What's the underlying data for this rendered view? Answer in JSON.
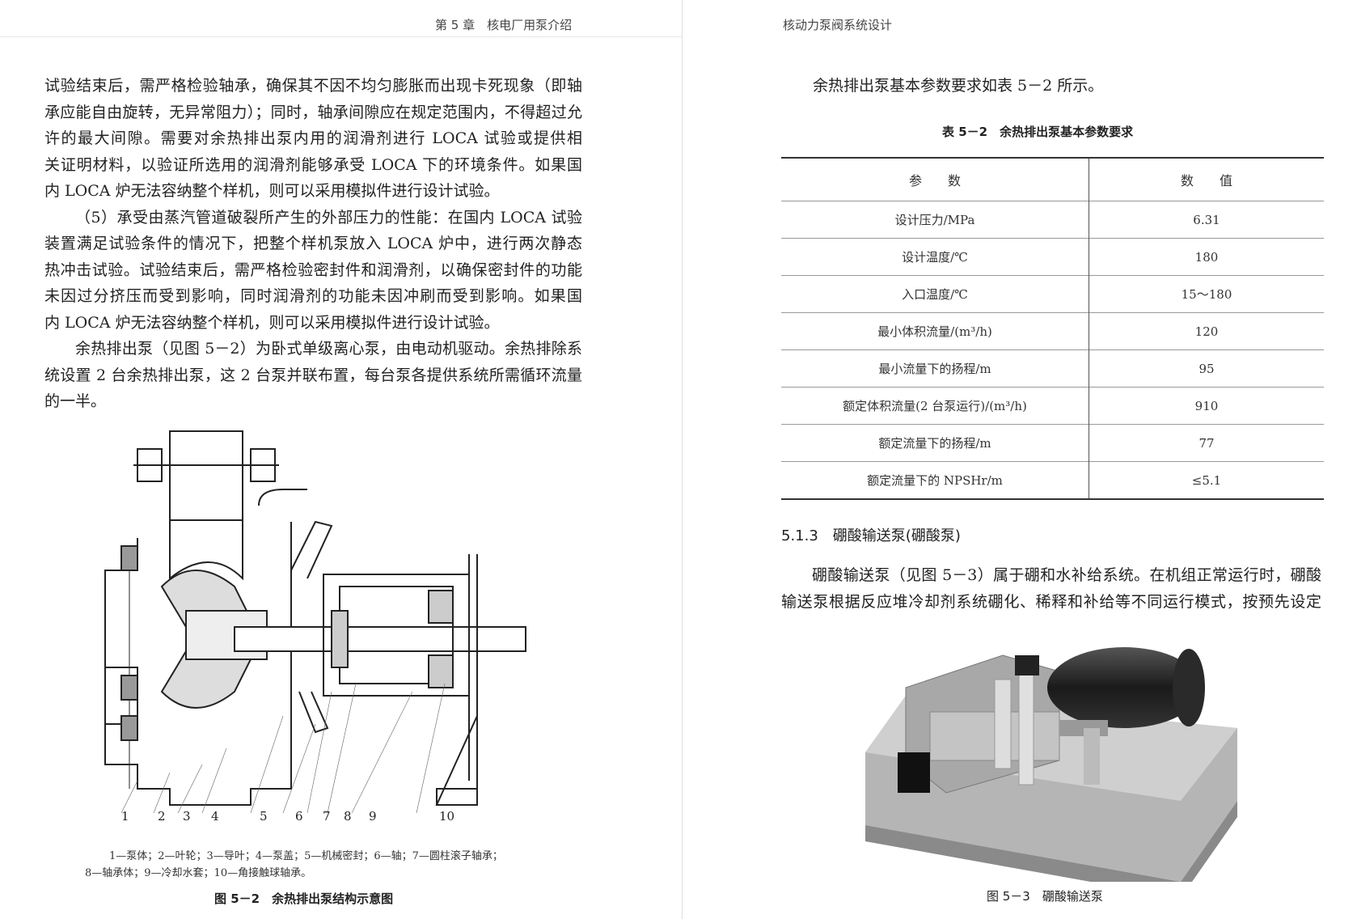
{
  "left_page": {
    "header": "第 5 章　核电厂用泵介绍",
    "paragraph1": [
      "试验结束后，需严格检验轴承，确保其不因不均匀膨胀而出现卡死现象（即轴",
      "承应能自由旋转，无异常阻力）；同时，轴承间隙应在规定范围内，不得超过允",
      "许的最大间隙。需要对余热排出泵内用的润滑剂进行 LOCA 试验或提供相",
      "关证明材料，以验证所选用的润滑剂能够承受 LOCA 下的环境条件。如果国",
      "内 LOCA 炉无法容纳整个样机，则可以采用模拟件进行设计试验。"
    ],
    "paragraph2": [
      "（5）承受由蒸汽管道破裂所产生的外部压力的性能：在国内 LOCA 试验",
      "装置满足试验条件的情况下，把整个样机泵放入 LOCA 炉中，进行两次静态",
      "热冲击试验。试验结束后，需严格检验密封件和润滑剂，以确保密封件的功能",
      "未因过分挤压而受到影响，同时润滑剂的功能未因冲刷而受到影响。如果国",
      "内 LOCA 炉无法容纳整个样机，则可以采用模拟件进行设计试验。"
    ],
    "paragraph3": [
      "余热排出泵（见图 5－2）为卧式单级离心泵，由电动机驱动。余热排除系",
      "统设置 2 台余热排出泵，这 2 台泵并联布置，每台泵各提供系统所需循环流量",
      "的一半。"
    ],
    "figure": {
      "part_numbers": [
        "1",
        "2",
        "3",
        "4",
        "5",
        "6",
        "7",
        "8",
        "9",
        "10"
      ],
      "legend": [
        "1—泵体；2—叶轮；3—导叶；4—泵盖；5—机械密封；6—轴；7—圆柱滚子轴承；",
        "8—轴承体；9—冷却水套；10—角接触球轴承。"
      ],
      "caption": "图 5－2　余热排出泵结构示意图"
    }
  },
  "right_page": {
    "header": "核动力泵阀系统设计",
    "intro": "余热排出泵基本参数要求如表 5－2 所示。",
    "table": {
      "caption": "表 5－2　余热排出泵基本参数要求",
      "headers": [
        "参　　数",
        "数　　值"
      ],
      "rows": [
        [
          "设计压力/MPa",
          "6.31"
        ],
        [
          "设计温度/℃",
          "180"
        ],
        [
          "入口温度/℃",
          "15～180"
        ],
        [
          "最小体积流量/(m³/h)",
          "120"
        ],
        [
          "最小流量下的扬程/m",
          "95"
        ],
        [
          "额定体积流量(2 台泵运行)/(m³/h)",
          "910"
        ],
        [
          "额定流量下的扬程/m",
          "77"
        ],
        [
          "额定流量下的 NPSHr/m",
          "≤5.1"
        ]
      ]
    },
    "section_title": "5.1.3　硼酸输送泵(硼酸泵)",
    "paragraph": [
      "硼酸输送泵（见图 5－3）属于硼和水补给系统。在机组正常运行时，硼酸",
      "输送泵根据反应堆冷却剂系统硼化、稀释和补给等不同运行模式，按预先设定"
    ],
    "figure_caption": "图 5－3　硼酸输送泵"
  }
}
